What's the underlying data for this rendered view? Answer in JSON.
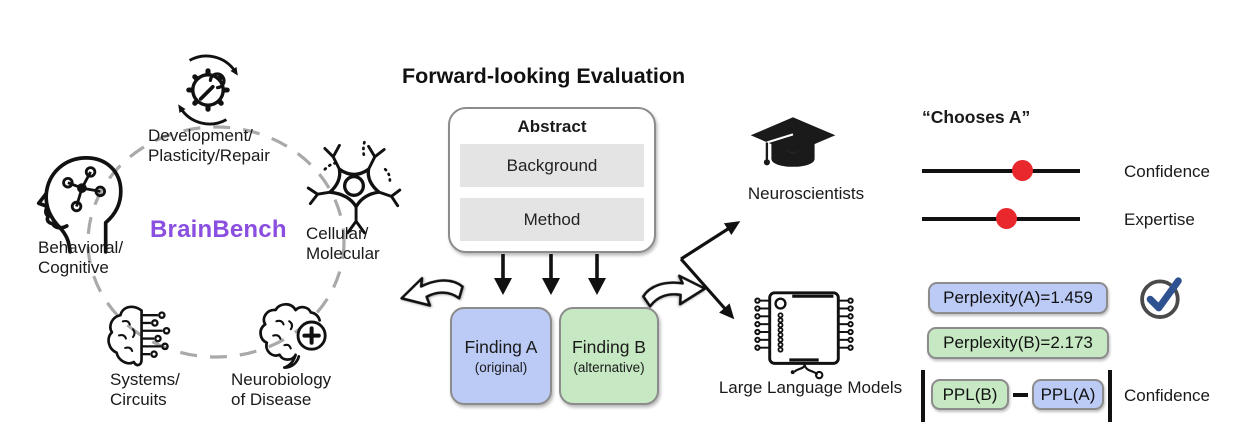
{
  "brainbench": {
    "title": "BrainBench",
    "title_color": "#8a4fe0",
    "categories": [
      {
        "id": "development",
        "label": "Development/\nPlasticity/Repair",
        "icon": "gear-cycle-icon"
      },
      {
        "id": "behavioral",
        "label": "Behavioral/\nCognitive",
        "icon": "head-network-icon"
      },
      {
        "id": "cellular",
        "label": "Cellular/\nMolecular",
        "icon": "neuron-icon"
      },
      {
        "id": "systems",
        "label": "Systems/\nCircuits",
        "icon": "brain-circuit-icon"
      },
      {
        "id": "disease",
        "label": "Neurobiology\nof Disease",
        "icon": "brain-medical-icon"
      }
    ]
  },
  "evaluation": {
    "title": "Forward-looking Evaluation",
    "abstract_box": {
      "title": "Abstract",
      "sections": [
        "Background",
        "Method"
      ]
    },
    "findings": [
      {
        "label": "Finding A",
        "sublabel": "(original)",
        "color": "#bccbf5"
      },
      {
        "label": "Finding B",
        "sublabel": "(alternative)",
        "color": "#c6e8c2"
      }
    ]
  },
  "evaluators": {
    "human": {
      "label": "Neuroscientists",
      "icon": "graduation-cap-icon"
    },
    "machine": {
      "label": "Large Language Models",
      "icon": "chip-icon"
    }
  },
  "human_output": {
    "decision": "“Chooses A”",
    "knob_color": "#e8282d",
    "sliders": [
      {
        "label": "Confidence",
        "value_pct": 63
      },
      {
        "label": "Expertise",
        "value_pct": 53
      }
    ]
  },
  "machine_output": {
    "perplexity_a": "Perplexity(A)=1.459",
    "perplexity_b": "Perplexity(B)=2.173",
    "chosen_icon": "check-circle-icon",
    "formula": {
      "left": "PPL(B)",
      "operator": "−",
      "right": "PPL(A)",
      "result_label": "Confidence"
    },
    "colors": {
      "a": "#bccbf5",
      "b": "#c6e8c2",
      "check": "#2e5190",
      "circle": "#4a4a4a"
    }
  }
}
